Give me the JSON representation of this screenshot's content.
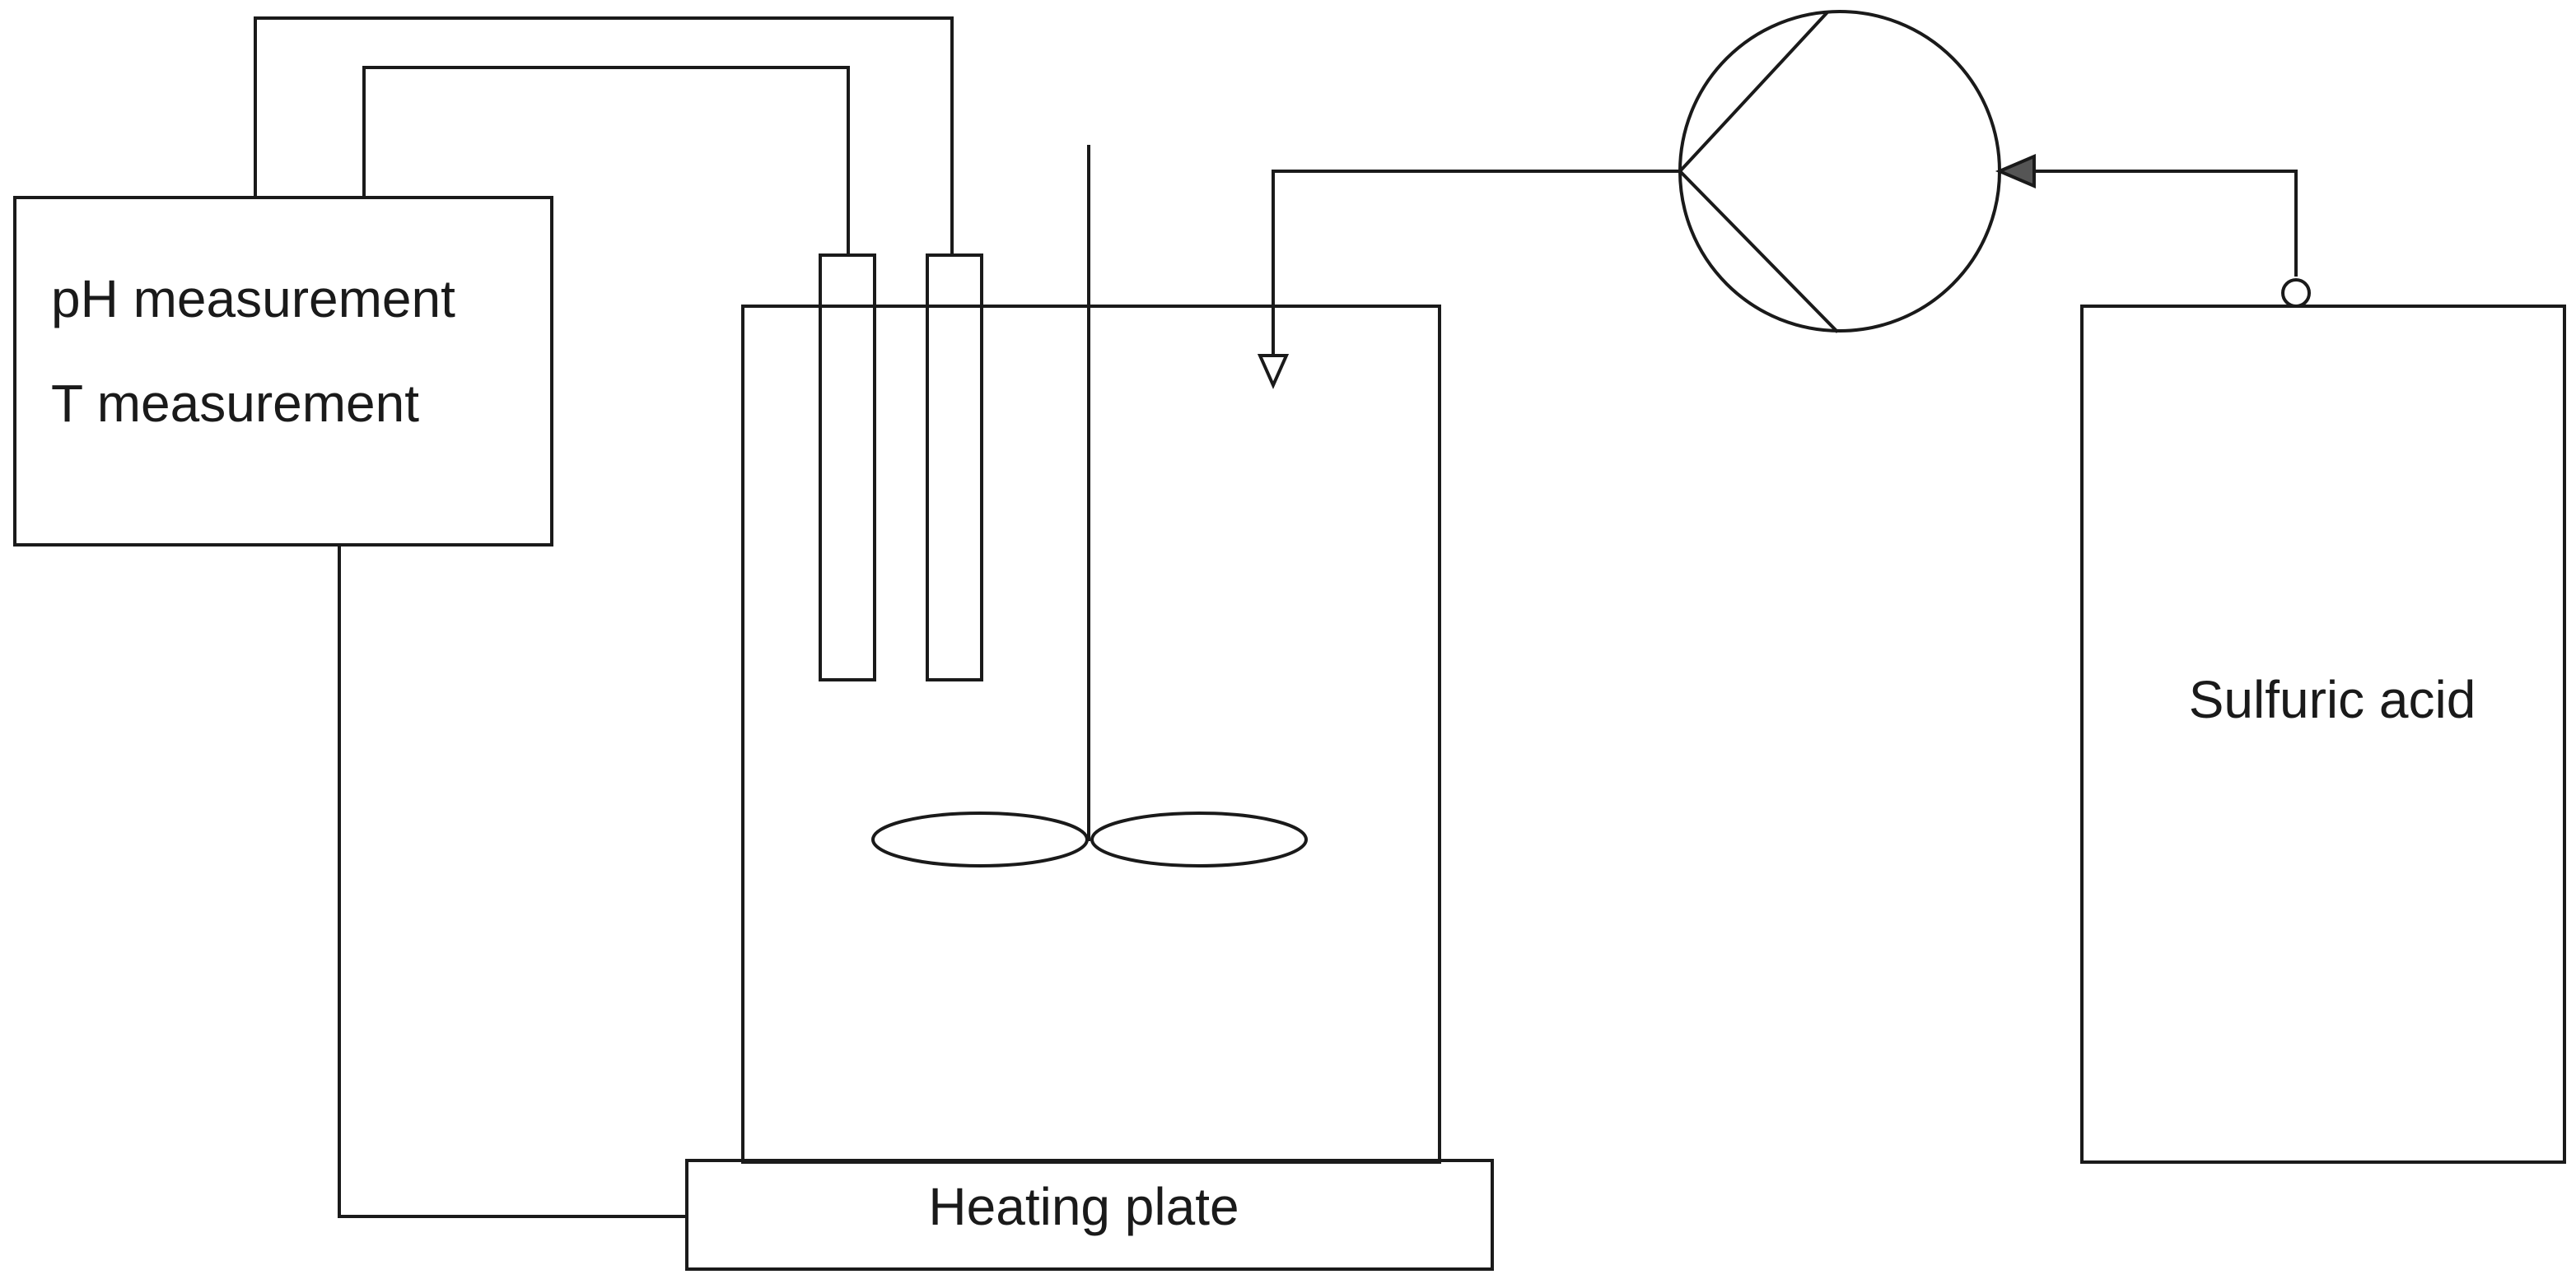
{
  "labels": {
    "ph_measurement": "pH measurement",
    "t_measurement": "T measurement",
    "heating_plate": "Heating plate",
    "sulfuric_acid": "Sulfuric acid"
  },
  "colors": {
    "line": "#1a1a1a",
    "background": "#ffffff",
    "arrowhead_fill": "#555555"
  }
}
